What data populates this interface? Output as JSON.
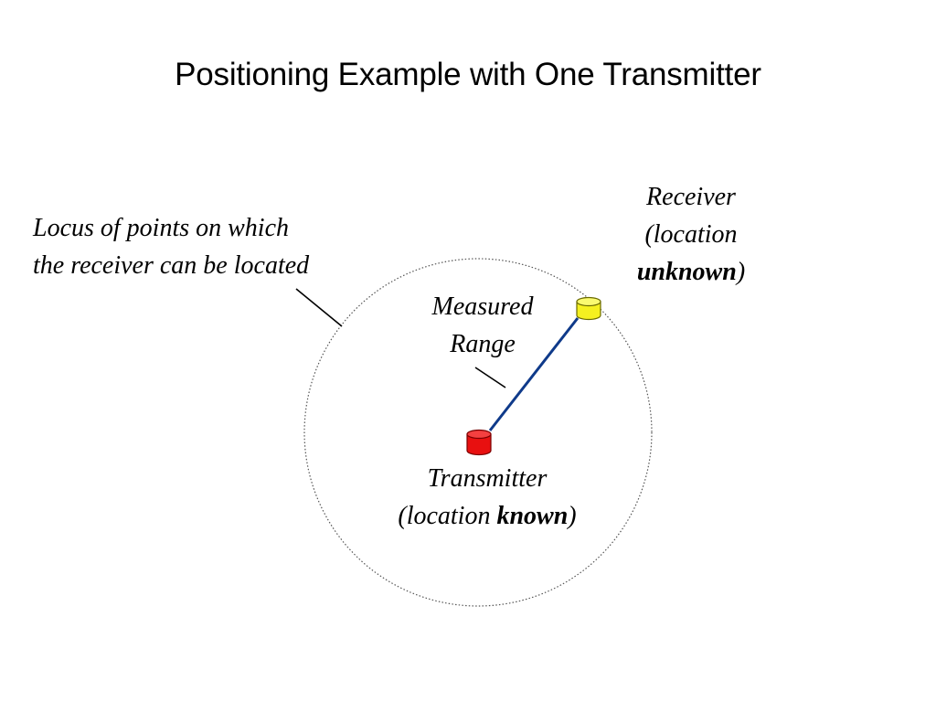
{
  "slide": {
    "title": "Positioning Example with One Transmitter"
  },
  "labels": {
    "locus_line1": "Locus of points on which",
    "locus_line2": "the receiver can be located",
    "receiver_line1": "Receiver",
    "receiver_line2": "(location",
    "receiver_line3_bold": "unknown",
    "receiver_line3_tail": ")",
    "range_line1": "Measured",
    "range_line2": "Range",
    "transmitter_line1": "Transmitter",
    "transmitter_line2_prefix": "(location ",
    "transmitter_line2_bold": "known",
    "transmitter_line2_tail": ")"
  },
  "colors": {
    "range_line": "#0f3a8a",
    "transmitter": "#e81010",
    "receiver": "#f5f020",
    "locus_circle": "#555555"
  }
}
